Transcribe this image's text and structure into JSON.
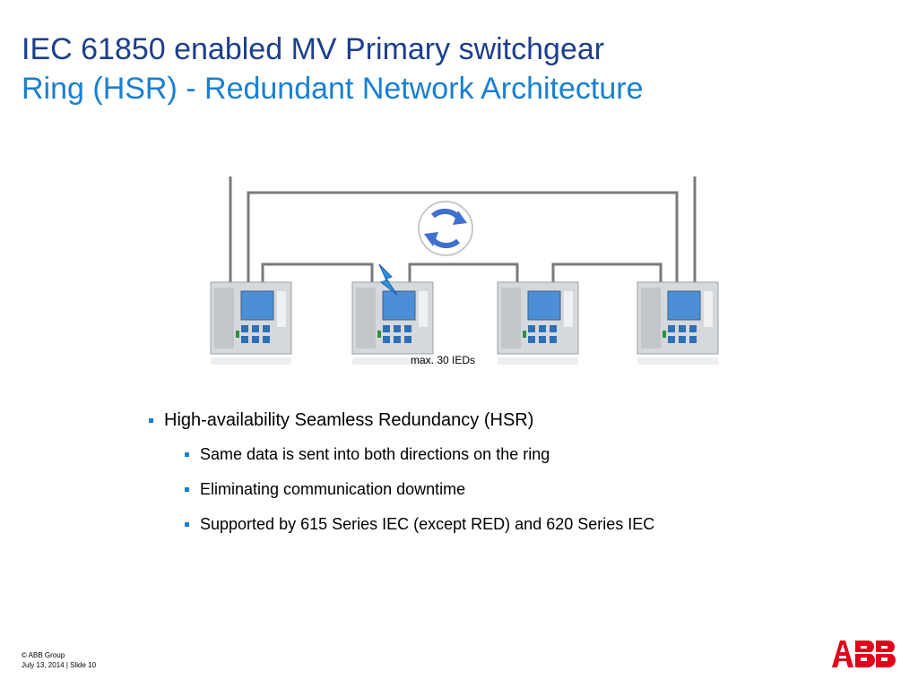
{
  "title": {
    "line1": "IEC 61850 enabled MV Primary switchgear",
    "line2": "Ring (HSR) - Redundant Network Architecture"
  },
  "diagram": {
    "caption": "max. 30 IEDs",
    "ied_count_shown": 4,
    "icons": [
      "ring-redundancy-icon",
      "lightning-fault-icon"
    ],
    "colors": {
      "ring_line": "#7a7a7a",
      "ring_arrow": "#3f6fd1",
      "fault": "#2e8fe0"
    }
  },
  "bullets": {
    "main": "High-availability Seamless Redundancy (HSR)",
    "sub": [
      "Same data is sent into both directions on the ring",
      "Eliminating communication downtime",
      "Supported by 615 Series IEC (except RED) and 620 Series IEC"
    ]
  },
  "footer": {
    "copyright": "© ABB Group",
    "date_slide": "July 13, 2014 | Slide 10"
  },
  "logo": {
    "text": "ABB",
    "color": "#e2001a"
  }
}
